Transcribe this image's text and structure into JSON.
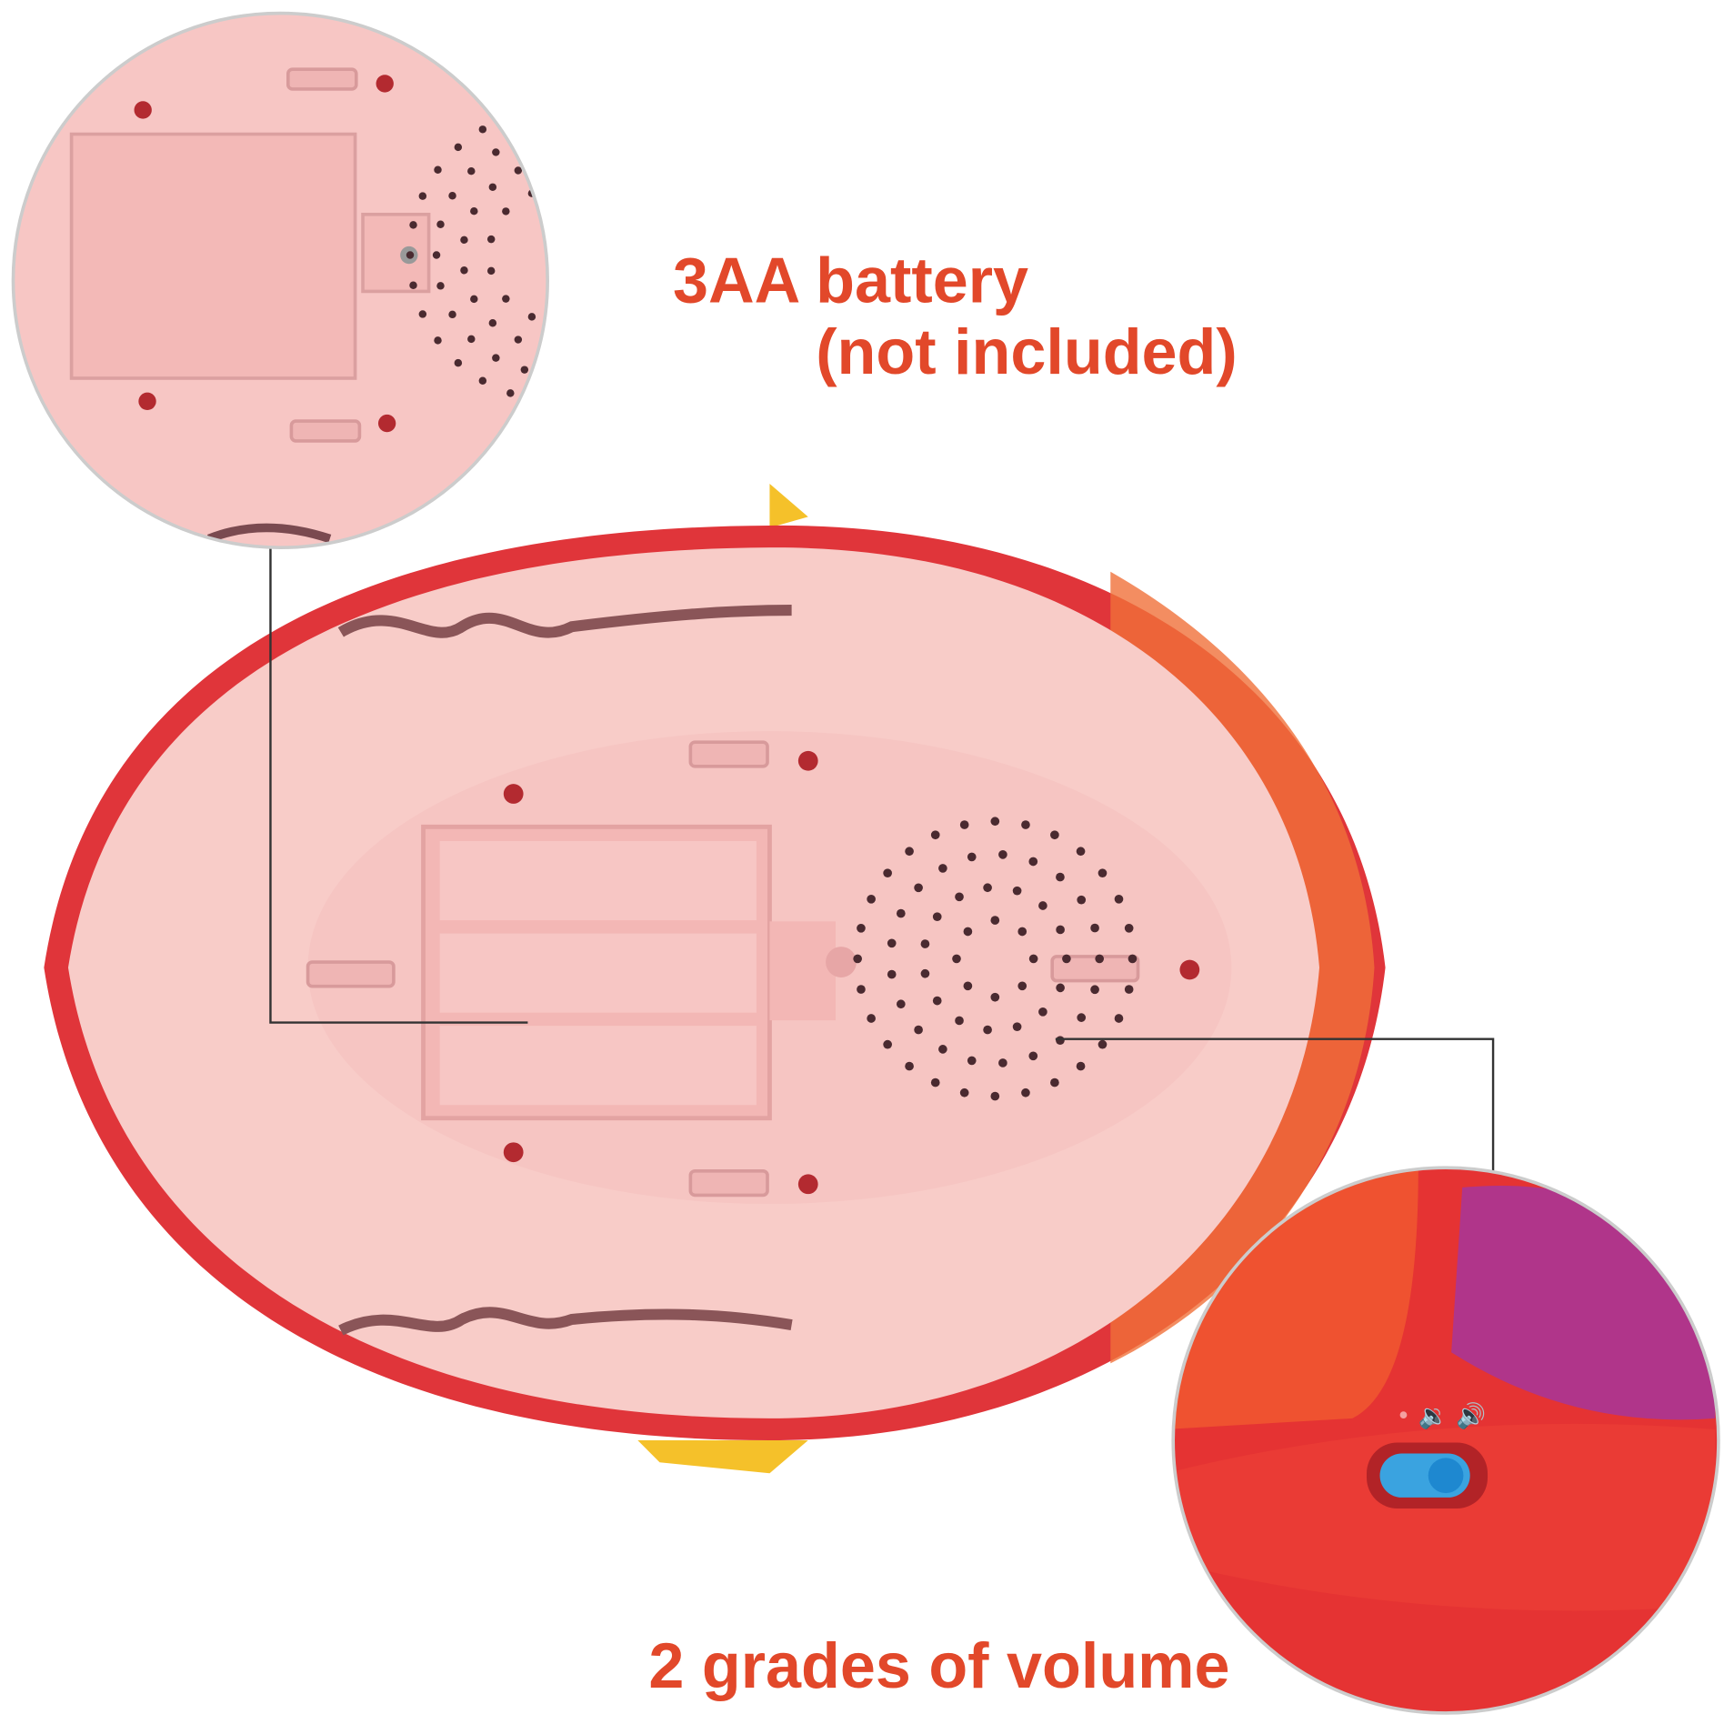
{
  "captions": {
    "battery_line1": "3AA battery",
    "battery_line2": "(not included)",
    "volume": "2 grades of volume"
  },
  "colors": {
    "caption": "#e2482a",
    "body_pink": "#f7c9c6",
    "rim_red": "#e0353a",
    "switch_blue": "#3aa3e0"
  }
}
